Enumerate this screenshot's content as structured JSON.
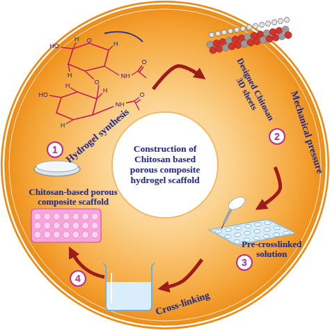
{
  "diagram": {
    "nodes": [
      {
        "text": [
          "Construction of Chitosan based porous composite hydrogel scaffold"
        ]
      },
      {
        "text": [
          "Hydrogel synthesis"
        ]
      },
      {
        "text": [
          "1"
        ],
        "in": 1
      },
      {
        "text": [
          "Designed Chitosan 3D sheets"
        ]
      },
      {
        "text": [
          "2"
        ],
        "in": 3
      },
      {
        "text": [
          "Pre-crosslinked solution"
        ]
      },
      {
        "text": [
          "3"
        ],
        "in": 5
      },
      {
        "text": [
          "Chitosan-based porous composite scaffold"
        ]
      },
      {
        "text": [
          "4"
        ],
        "in": 7
      }
    ],
    "edges": [
      {
        "from": 1,
        "to": 3,
        "arrow": "to"
      },
      {
        "from": 3,
        "to": 5,
        "label": "Mechanical pressure",
        "arrow": "to"
      },
      {
        "from": 5,
        "to": 7,
        "label": "Cross-linking",
        "arrow": "to"
      }
    ],
    "labels": [
      "HO",
      "H",
      "O",
      "H",
      "H",
      "NH",
      "O",
      "O",
      "HO",
      "H",
      "H",
      "H",
      "NH",
      "O"
    ]
  }
}
